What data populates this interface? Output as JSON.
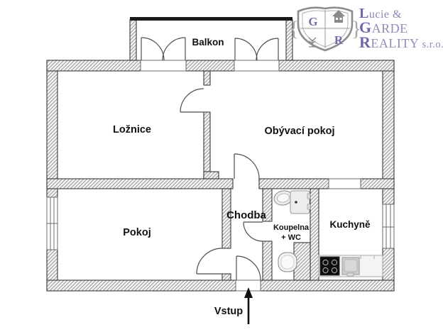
{
  "plan": {
    "rooms": {
      "balkon": "Balkon",
      "loznice": "Ložnice",
      "obyvaci_pokoj": "Obývací pokoj",
      "pokoj": "Pokoj",
      "chodba": "Chodba",
      "koupelna_line1": "Koupelna",
      "koupelna_line2": "+ WC",
      "kuchyne": "Kuchyně"
    },
    "entrance_label": "Vstup",
    "fixtures": [
      "bathroom-sink",
      "washing-machine",
      "toilet",
      "stove",
      "kitchen-sink",
      "kitchen-counter"
    ]
  },
  "logo": {
    "shield_letter_g": "G",
    "shield_letter_r": "R",
    "line1_initial": "L",
    "line1_rest": "ucie &",
    "line2_initial": "G",
    "line2_rest": "ARDE",
    "line3_initial": "R",
    "line3_rest": "EALITY",
    "line3_suffix": " s.r.o."
  },
  "colors": {
    "brand_purple": "#7566ab",
    "brand_purple_light": "#938bb9",
    "wall_outline": "#3a3a3a",
    "hatch_line": "#8f8f8f",
    "hatch_bg": "#f3f3f3",
    "railing": "#1a1a1a"
  }
}
